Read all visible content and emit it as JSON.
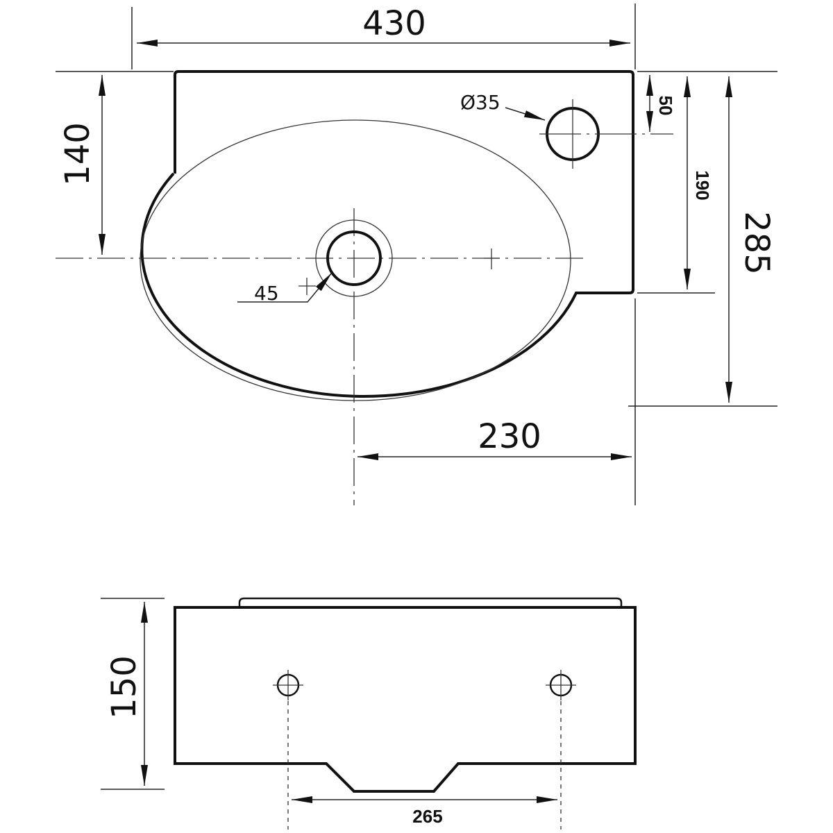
{
  "title": "Wall-mounted basin technical drawing",
  "top_view": {
    "width_total": "430",
    "depth_to_drain": "140",
    "tap_hole_diameter": "Ø35",
    "tap_hole_offset": "50",
    "right_ledge_depth": "190",
    "depth_total": "285",
    "drain_diameter": "45",
    "drain_to_right": "230"
  },
  "side_view": {
    "height": "150",
    "fixing_hole_spacing": "265"
  }
}
